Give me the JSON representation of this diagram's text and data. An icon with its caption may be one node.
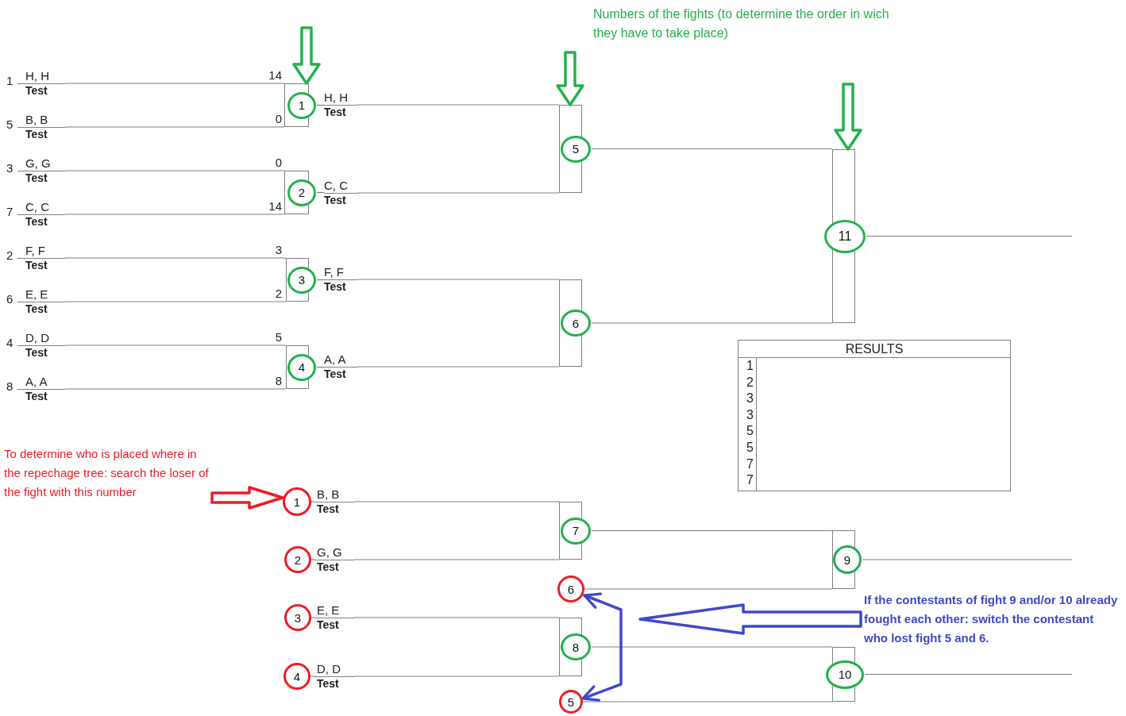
{
  "diagram": {
    "nodes": [
      {
        "text": [
          "H, H",
          "Test"
        ],
        "beside": [
          "1"
        ]
      },
      {
        "text": [
          "B, B",
          "Test"
        ],
        "beside": [
          "5"
        ]
      },
      {
        "text": [
          "G, G",
          "Test"
        ],
        "beside": [
          "3"
        ]
      },
      {
        "text": [
          "C, C",
          "Test"
        ],
        "beside": [
          "7"
        ]
      },
      {
        "text": [
          "F, F",
          "Test"
        ],
        "beside": [
          "2"
        ]
      },
      {
        "text": [
          "E, E",
          "Test"
        ],
        "beside": [
          "6"
        ]
      },
      {
        "text": [
          "D, D",
          "Test"
        ],
        "beside": [
          "4"
        ]
      },
      {
        "text": [
          "A, A",
          "Test"
        ],
        "beside": [
          "8"
        ]
      },
      {
        "text": [
          "1"
        ]
      },
      {
        "text": [
          "2"
        ]
      },
      {
        "text": [
          "3"
        ]
      },
      {
        "text": [
          "4"
        ]
      },
      {
        "text": [
          "H, H",
          "Test"
        ]
      },
      {
        "text": [
          "C, C",
          "Test"
        ]
      },
      {
        "text": [
          "F, F",
          "Test"
        ]
      },
      {
        "text": [
          "A, A",
          "Test"
        ]
      },
      {
        "text": [
          "5"
        ]
      },
      {
        "text": [
          "6"
        ]
      },
      {
        "text": [
          "11"
        ]
      },
      {
        "text": [
          "RESULTS"
        ]
      },
      {
        "text": [
          "To determine who is placed where in the repechage tree: search the loser of the fight with this number"
        ]
      },
      {
        "text": [
          "1"
        ]
      },
      {
        "text": [
          "B, B",
          "Test"
        ]
      },
      {
        "text": [
          "2"
        ]
      },
      {
        "text": [
          "G, G",
          "Test"
        ]
      },
      {
        "text": [
          "3"
        ]
      },
      {
        "text": [
          "E, E",
          "Test"
        ]
      },
      {
        "text": [
          "4"
        ]
      },
      {
        "text": [
          "D, D",
          "Test"
        ]
      },
      {
        "text": [
          "7"
        ]
      },
      {
        "text": [
          "8"
        ]
      },
      {
        "text": [
          "9"
        ]
      },
      {
        "text": [
          "10"
        ]
      },
      {
        "text": [
          "6"
        ]
      },
      {
        "text": [
          "5"
        ]
      },
      {
        "text": [
          "If the contestants of fight 9 and/or 10 already fought each other: switch the contestant who lost fight 5 and 6."
        ]
      }
    ],
    "edges": [
      {
        "from": 0,
        "to": 8,
        "arrow": "none"
      },
      {
        "from": 1,
        "to": 8,
        "arrow": "none"
      },
      {
        "from": 2,
        "to": 9,
        "arrow": "none"
      },
      {
        "from": 3,
        "to": 9,
        "arrow": "none"
      },
      {
        "from": 4,
        "to": 10,
        "arrow": "none"
      },
      {
        "from": 5,
        "to": 10,
        "arrow": "none"
      },
      {
        "from": 6,
        "to": 11,
        "arrow": "none"
      },
      {
        "from": 7,
        "to": 11,
        "arrow": "none"
      },
      {
        "from": 8,
        "to": 12,
        "arrow": "none"
      },
      {
        "from": 12,
        "to": 16,
        "arrow": "none"
      },
      {
        "from": 9,
        "to": 13,
        "arrow": "none"
      },
      {
        "from": 13,
        "to": 16,
        "arrow": "none"
      },
      {
        "from": 10,
        "to": 14,
        "arrow": "none"
      },
      {
        "from": 14,
        "to": 17,
        "arrow": "none"
      },
      {
        "from": 11,
        "to": 15,
        "arrow": "none"
      },
      {
        "from": 15,
        "to": 17,
        "arrow": "none"
      },
      {
        "from": 16,
        "to": 18,
        "arrow": "none"
      },
      {
        "from": 17,
        "to": 18,
        "arrow": "none"
      },
      {
        "from": 18,
        "to": null,
        "arrow": "none"
      },
      {
        "from": null,
        "to": 8,
        "arrow": "to",
        "style": "thick",
        "color": "#22b14c"
      },
      {
        "from": null,
        "to": 16,
        "arrow": "to",
        "style": "thick",
        "color": "#22b14c"
      },
      {
        "from": null,
        "to": 18,
        "arrow": "to",
        "style": "thick",
        "color": "#22b14c"
      },
      {
        "from": 20,
        "to": 21,
        "arrow": "to",
        "style": "thick",
        "color": "#ed1c24"
      },
      {
        "from": 21,
        "to": 22,
        "arrow": "none"
      },
      {
        "from": 22,
        "to": 29,
        "arrow": "none"
      },
      {
        "from": 23,
        "to": 24,
        "arrow": "none"
      },
      {
        "from": 24,
        "to": 29,
        "arrow": "none"
      },
      {
        "from": 25,
        "to": 26,
        "arrow": "none"
      },
      {
        "from": 26,
        "to": 30,
        "arrow": "none"
      },
      {
        "from": 27,
        "to": 28,
        "arrow": "none"
      },
      {
        "from": 28,
        "to": 30,
        "arrow": "none"
      },
      {
        "from": 29,
        "to": 31,
        "arrow": "none"
      },
      {
        "from": 33,
        "to": 31,
        "arrow": "none"
      },
      {
        "from": 30,
        "to": 32,
        "arrow": "none"
      },
      {
        "from": 34,
        "to": 32,
        "arrow": "none"
      },
      {
        "from": 31,
        "to": null,
        "arrow": "none"
      },
      {
        "from": 32,
        "to": null,
        "arrow": "none"
      },
      {
        "from": 35,
        "to": null,
        "arrow": "to",
        "style": "thick",
        "color": "#3f48cc"
      },
      {
        "from": 33,
        "to": 34,
        "arrow": "both",
        "style": "thick",
        "color": "#3f48cc"
      }
    ],
    "labels": [
      "Numbers of the fights (to determine the order in wich they have to take place)",
      "14",
      "0",
      "0",
      "14",
      "3",
      "2",
      "5",
      "8",
      "1",
      "2",
      "3",
      "3",
      "5",
      "5",
      "7",
      "7"
    ]
  }
}
